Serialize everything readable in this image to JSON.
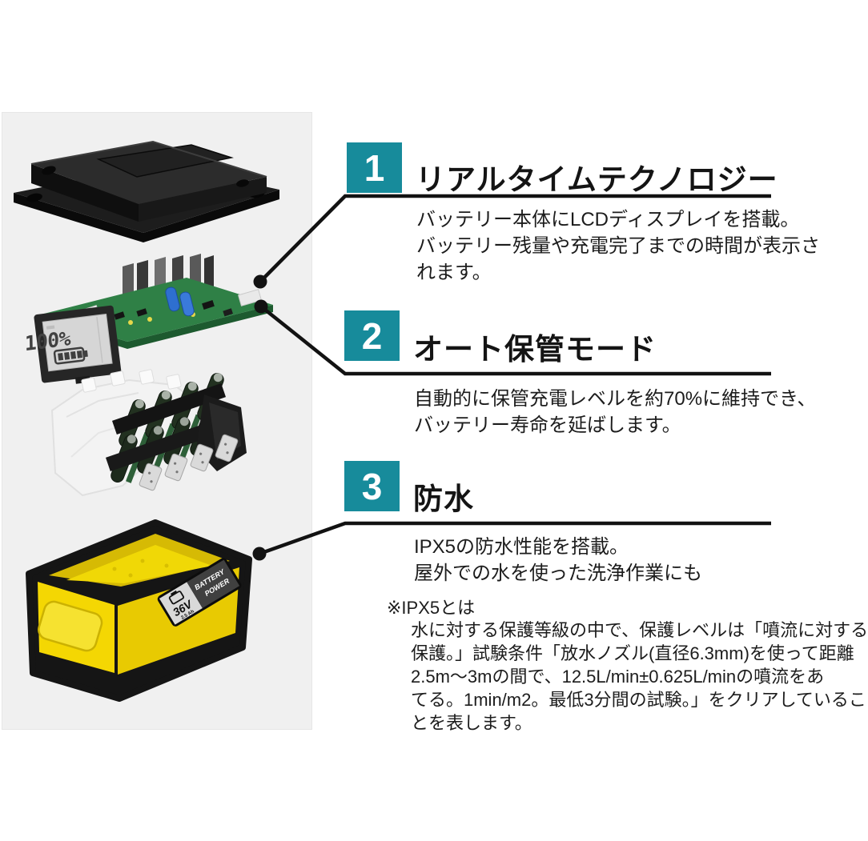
{
  "colors": {
    "accent_teal": "#178b9b",
    "leader_line": "#121212",
    "panel_background": "#f0f0f0",
    "case_yellow": "#f3d503",
    "pcb_green": "#2f8046"
  },
  "sections": [
    {
      "number": "1",
      "title": "リアルタイムテクノロジー",
      "body_lines": [
        "バッテリー本体にLCDディスプレイを搭載。",
        "バッテリー残量や充電完了までの時間が表示さ",
        "れます。"
      ]
    },
    {
      "number": "2",
      "title": "オート保管モード",
      "body_lines": [
        "自動的に保管充電レベルを約70%に維持でき、",
        "バッテリー寿命を延ばします。"
      ]
    },
    {
      "number": "3",
      "title": "防水",
      "body_lines": [
        "IPX5の防水性能を搭載。",
        "屋外での水を使った洗浄作業にも"
      ]
    }
  ],
  "footnote": {
    "marker": "※IPX5とは",
    "lines": [
      "水に対する保護等級の中で、保護レベルは「噴流に対する",
      "保護。」試験条件「放水ノズル(直径6.3mm)を使って距離",
      "2.5m〜3mの間で、12.5L/min±0.625L/minの噴流をあ",
      "てる。1min/m2。最低3分間の試験。」をクリアしているこ",
      "とを表します。"
    ]
  },
  "illustration": {
    "lcd_percent": "100%",
    "label_voltage": "36V",
    "label_capacity": "2.5 Ah",
    "brand_word1": "BATTERY",
    "brand_word2": "POWER"
  }
}
